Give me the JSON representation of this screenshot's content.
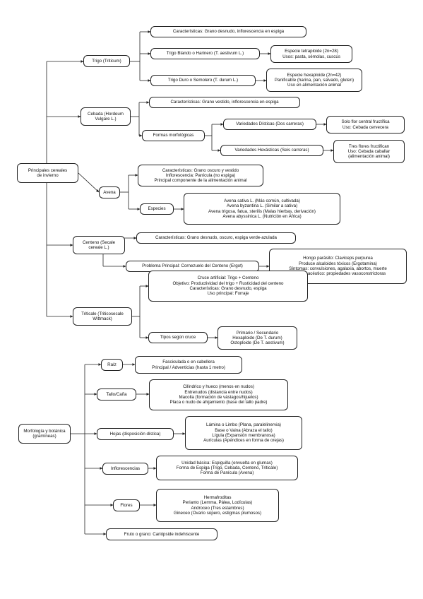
{
  "root1": {
    "lines": [
      "Principales cereales",
      "de invierno"
    ]
  },
  "trigo": {
    "label": [
      "Trigo (Triticum)"
    ],
    "caracteristicas": [
      "Características: Grano desnudo, inflorescencia en espiga"
    ],
    "blando": [
      "Trigo Blando o Harinero (T. aestivum L.)"
    ],
    "blando_det": [
      "Especie tetraploide (2n=28)",
      "Usos: pasta, sémolas, cuscús"
    ],
    "duro": [
      "Trigo Duro o Semolero (T. durum L.)"
    ],
    "duro_det": [
      "Especie hexaploide (2n=42)",
      "Panificable (harina, pan, salvado, gluten)",
      "Uso en alimentación animal"
    ]
  },
  "cebada": {
    "label": [
      "Cebada (Hordeum",
      "Vulgare L.)"
    ],
    "caracteristicas": [
      "Características: Grano vestido, inflorescencia en espiga"
    ],
    "formas": [
      "Formas morfológicas"
    ],
    "disticas": [
      "Variedades Dísticas (Dos carreras)"
    ],
    "disticas_det": [
      "Solo flor central fructífica",
      "Uso: Cebada cervecera"
    ],
    "hexasticas": [
      "Variedades Hexásticas (Seis carreras)"
    ],
    "hexasticas_det": [
      "Tres flores fructifican",
      "Uso: Cebada caballar",
      "(alimentación animal)"
    ]
  },
  "avena": {
    "label": [
      "Avena"
    ],
    "caracteristicas": [
      "Características: Grano oscuro y vestido",
      "Inflorescencia: Panícula (no espiga)",
      "Principal componente de la alimentación animal"
    ],
    "especies": [
      "Especies"
    ],
    "especies_det": [
      "Avena sativa L. (Más común, cultivada)",
      "Avena byzantina L. (Similar a sativa)",
      "Avena trigosa, fatua, sterilis (Malas hierbas, derivación)",
      "Avena abyssinica L. (Nutrición en África)"
    ]
  },
  "centeno": {
    "label": [
      "Centeno (Secale",
      "cereale L.)"
    ],
    "caracteristicas": [
      "Características: Grano desnudo, oscuro, espiga verde-azulada"
    ],
    "problema": [
      "Problema Principal: Cornezuelo del Centeno (Ergot)"
    ],
    "problema_det": [
      "Hongo parásito: Claviceps purpurea",
      "Produce alcaloides tóxicos (Ergotamina)",
      "Síntomas: convulsiones, agalaxia, abortos, muerte",
      "Uso farmacéutico: propiedades vasoconstrictoras"
    ]
  },
  "triticale": {
    "label": [
      "Triticale (Triticosecale",
      "Wittmack)"
    ],
    "info": [
      "Cruce artificial: Trigo + Centeno",
      "Objetivo: Productividad del trigo + Rusticidad del centeno",
      "Características: Grano desnudo, espiga",
      "Uso principal: Forraje"
    ],
    "tipos": [
      "Tipos según cruce"
    ],
    "tipos_det": [
      "Primario / Secundario",
      "Hexaploide (De T. durum)",
      "Octoploide (De T. aestivum)"
    ]
  },
  "root2": {
    "lines": [
      "Morfología y botánica",
      "(gramíneas)"
    ]
  },
  "raiz": {
    "label": [
      "Raíz"
    ],
    "det": [
      "Fasciculada o en cabellera",
      "Principal / Adventicias (hasta 1 metro)"
    ]
  },
  "tallo": {
    "label": [
      "Tallo/Caña"
    ],
    "det": [
      "Cilíndrico y hueco (menos en nudos)",
      "Entrenudos (distancia entre nudos)",
      "Macolla (formación de vástagos/hijuelos)",
      "Placa o nudo de ahijamiento (base del tallo padre)"
    ]
  },
  "hojas": {
    "label": [
      "Hojas (disposición dística)"
    ],
    "det": [
      "Lámina o Limbo (Plana, paralelinervia)",
      "Base o Vaina (Abraza el tallo)",
      "Lígula (Expansión membranosa)",
      "Aurículas (Apéndices en forma de orejas)"
    ]
  },
  "inflorescencias": {
    "label": [
      "Inflorescencias"
    ],
    "det": [
      "Unidad básica: Espiguilla (envuelta en glumas)",
      "Forma de Espiga (Trigo, Cebada, Centeno, Triticale)",
      "Forma de Panícula (Avena)"
    ]
  },
  "flores": {
    "label": [
      "Flores"
    ],
    "det": [
      "Hermafroditas",
      "Perianto (Lemma, Pálea, Lodículas)",
      "Androceo (Tres estambres)",
      "Gineceo (Ovario súpero, estigmas plumosos)"
    ]
  },
  "fruto": {
    "label": [
      "Fruto o grano: Cariópside indehiscente"
    ]
  }
}
